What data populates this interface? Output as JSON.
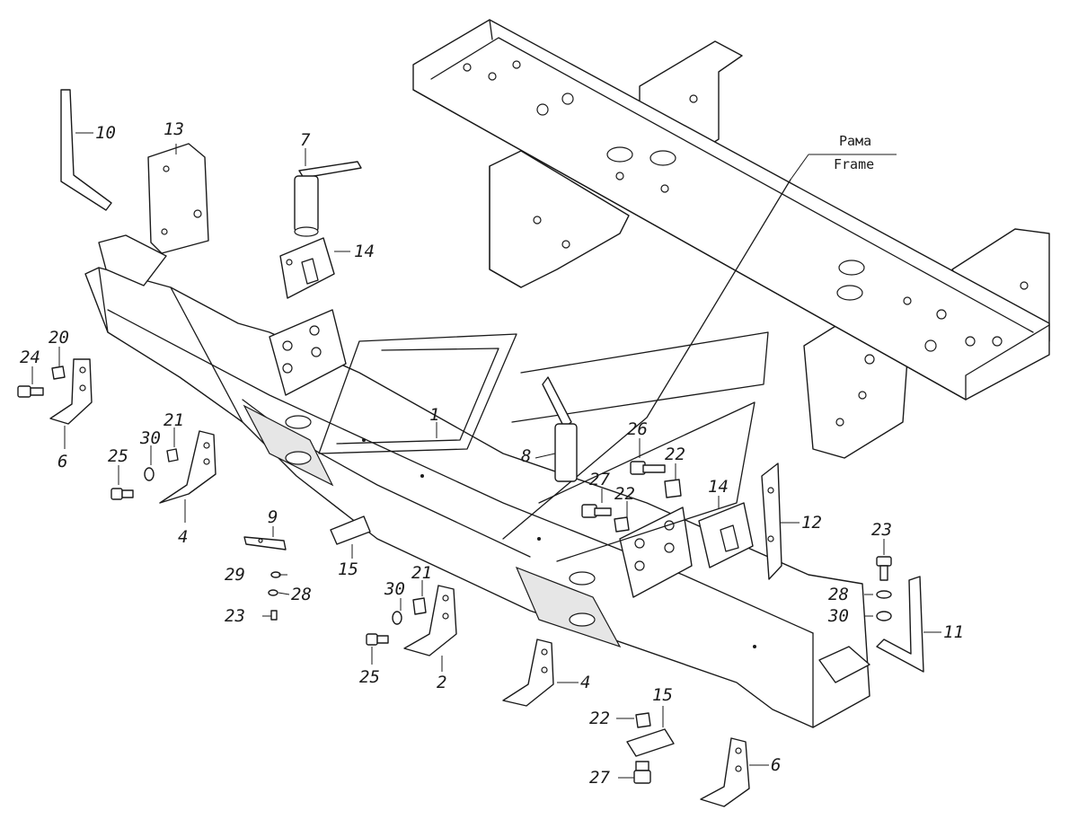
{
  "frame_label": {
    "ru": "Рама",
    "en": "Frame"
  },
  "callouts": {
    "c1": "1",
    "c2": "2",
    "c4a": "4",
    "c4b": "4",
    "c6a": "6",
    "c6b": "6",
    "c7": "7",
    "c8": "8",
    "c9": "9",
    "c10": "10",
    "c11": "11",
    "c12": "12",
    "c13": "13",
    "c14a": "14",
    "c14b": "14",
    "c15a": "15",
    "c15b": "15",
    "c20": "20",
    "c21a": "21",
    "c21b": "21",
    "c22a": "22",
    "c22b": "22",
    "c22c": "22",
    "c23a": "23",
    "c23b": "23",
    "c24": "24",
    "c25a": "25",
    "c25b": "25",
    "c26": "26",
    "c27a": "27",
    "c27b": "27",
    "c28a": "28",
    "c28b": "28",
    "c29": "29",
    "c30a": "30",
    "c30b": "30",
    "c30c": "30"
  }
}
